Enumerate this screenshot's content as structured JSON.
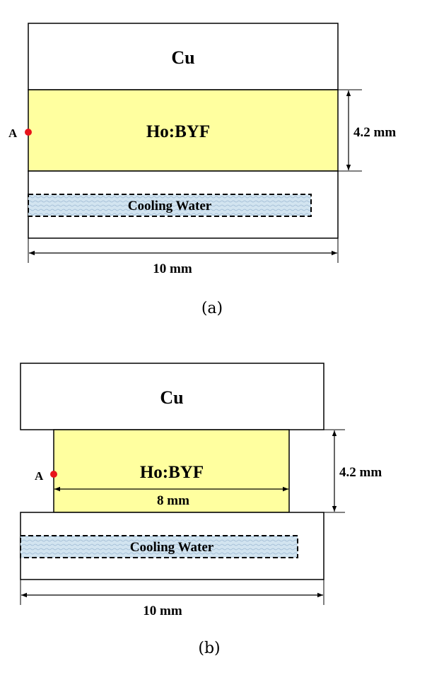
{
  "colors": {
    "crystal_fill": "#ffff9f",
    "point_marker": "#e8141b",
    "water_fill": "#d2e4f0",
    "water_wave": "#9cb8d2",
    "stroke": "#000000"
  },
  "panel_a": {
    "caption": "(a)",
    "cu_label": "Cu",
    "crystal_label": "Ho:BYF",
    "point_label": "A",
    "height_dim": "4.2 mm",
    "water_label": "Cooling Water",
    "width_dim": "10 mm"
  },
  "panel_b": {
    "caption": "(b)",
    "cu_label": "Cu",
    "crystal_label": "Ho:BYF",
    "point_label": "A",
    "height_dim": "4.2 mm",
    "crystal_width_dim": "8 mm",
    "water_label": "Cooling Water",
    "width_dim": "10 mm"
  }
}
